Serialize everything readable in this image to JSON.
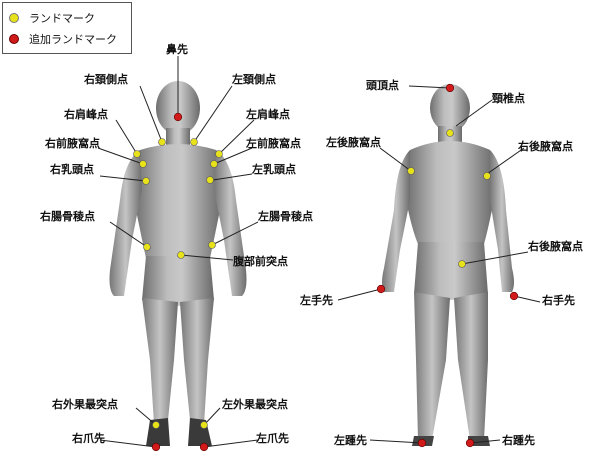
{
  "legend": {
    "landmark": "ランドマーク",
    "added": "追加ランドマーク",
    "landmark_color": "#e8e21a",
    "added_color": "#d11a1a"
  },
  "labels": {
    "hanasaki": "鼻先",
    "migi_keisokuten": "右頚側点",
    "hidari_keisokuten": "左頚側点",
    "migi_kenpoten": "右肩峰点",
    "hidari_kenpoten": "左肩峰点",
    "migi_zenkyoukaten": "右前腋窩点",
    "hidari_zenkyoukaten": "左前腋窩点",
    "migi_nyutoten": "右乳頭点",
    "hidari_nyutoten": "左乳頭点",
    "migi_choukotsu": "右腸骨稜点",
    "hidari_choukotsu": "左腸骨稜点",
    "fukubu": "腹部前突点",
    "migi_gaika": "右外果最突点",
    "hidari_gaika": "左外果最突点",
    "migi_tsumasaki": "右爪先",
    "hidari_tsumasaki": "左爪先",
    "touchoten": "頭頂点",
    "keitsuiten": "頸椎点",
    "hidari_koukyoukaten": "左後腋窩点",
    "migi_koukyoukaten": "右後腋窩点",
    "migi_koukyoukaten2": "右後腋窩点",
    "hidari_tesaki": "左手先",
    "migi_tesaki": "右手先",
    "hidari_kakato": "左踵先",
    "migi_kakato": "右踵先"
  }
}
